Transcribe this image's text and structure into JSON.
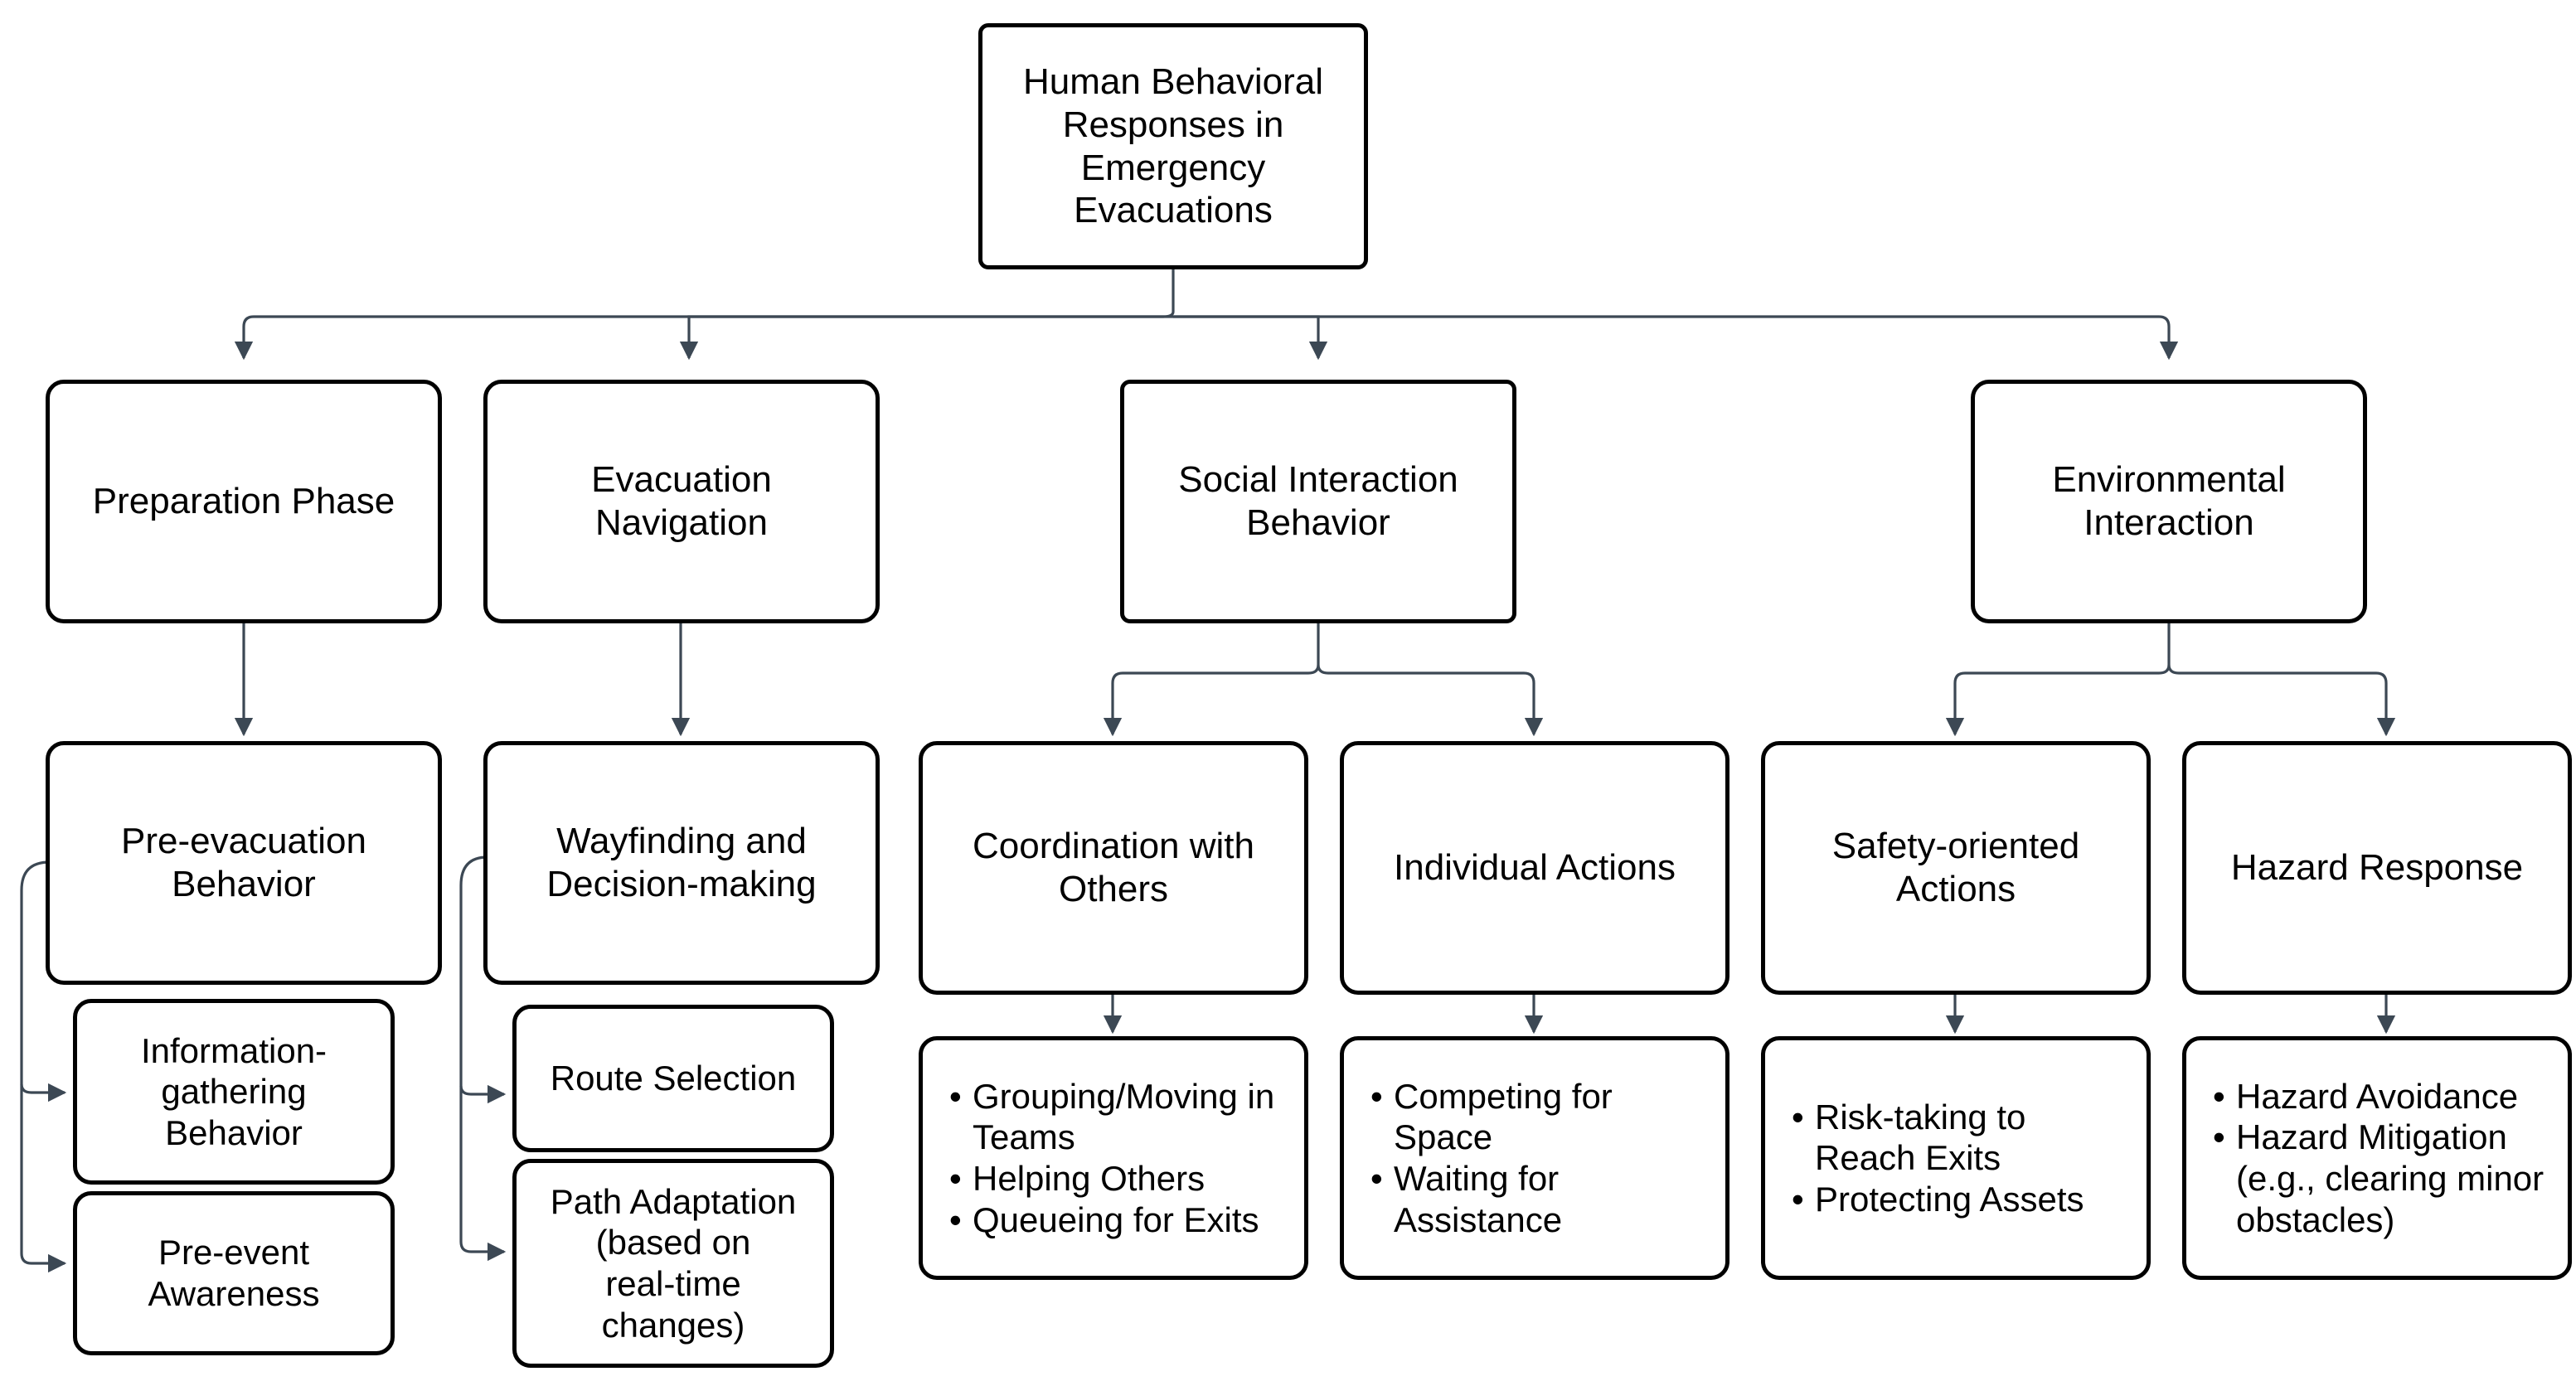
{
  "diagram": {
    "title": "Human Behavioral Responses in Emergency Evacuations",
    "type": "hierarchical-tree-flowchart",
    "background_color": "#ffffff",
    "node_border_color": "#000000",
    "node_fill_color": "#ffffff",
    "edge_color": "#3c4854",
    "text_color": "#000000"
  },
  "nodes": {
    "root": {
      "label": "Human Behavioral\nResponses in\nEmergency\nEvacuations",
      "level": 0
    },
    "preparation_phase": {
      "label": "Preparation Phase",
      "level": 1
    },
    "evacuation_navigation": {
      "label": "Evacuation\nNavigation",
      "level": 1
    },
    "social_interaction_behavior": {
      "label": "Social Interaction\nBehavior",
      "level": 1
    },
    "environmental_interaction": {
      "label": "Environmental\nInteraction",
      "level": 1
    },
    "pre_evacuation_behavior": {
      "label": "Pre-evacuation\nBehavior",
      "level": 2
    },
    "wayfinding_decision_making": {
      "label": "Wayfinding and\nDecision-making",
      "level": 2
    },
    "coordination_with_others": {
      "label": "Coordination with\nOthers",
      "level": 2
    },
    "individual_actions": {
      "label": "Individual Actions",
      "level": 2
    },
    "safety_oriented_actions": {
      "label": "Safety-oriented\nActions",
      "level": 2
    },
    "hazard_response": {
      "label": "Hazard Response",
      "level": 2
    },
    "information_gathering_behavior": {
      "label": "Information-\ngathering\nBehavior",
      "level": 3
    },
    "pre_event_awareness": {
      "label": "Pre-event\nAwareness",
      "level": 3
    },
    "route_selection": {
      "label": "Route Selection",
      "level": 3
    },
    "path_adaptation": {
      "label": "Path Adaptation\n(based on\nreal-time\nchanges)",
      "level": 3
    }
  },
  "bullet_lists": {
    "coordination_items": [
      "Grouping/Moving in Teams",
      "Helping Others",
      "Queueing for Exits"
    ],
    "individual_items": [
      "Competing for Space",
      "Waiting for Assistance"
    ],
    "safety_items": [
      "Risk-taking to Reach Exits",
      "Protecting Assets"
    ],
    "hazard_items": [
      "Hazard Avoidance",
      "Hazard Mitigation (e.g., clearing minor obstacles)"
    ]
  },
  "edges": [
    {
      "from": "root",
      "to": "preparation_phase"
    },
    {
      "from": "root",
      "to": "evacuation_navigation"
    },
    {
      "from": "root",
      "to": "social_interaction_behavior"
    },
    {
      "from": "root",
      "to": "environmental_interaction"
    },
    {
      "from": "preparation_phase",
      "to": "pre_evacuation_behavior"
    },
    {
      "from": "evacuation_navigation",
      "to": "wayfinding_decision_making"
    },
    {
      "from": "social_interaction_behavior",
      "to": "coordination_with_others"
    },
    {
      "from": "social_interaction_behavior",
      "to": "individual_actions"
    },
    {
      "from": "environmental_interaction",
      "to": "safety_oriented_actions"
    },
    {
      "from": "environmental_interaction",
      "to": "hazard_response"
    },
    {
      "from": "pre_evacuation_behavior",
      "to": "information_gathering_behavior"
    },
    {
      "from": "pre_evacuation_behavior",
      "to": "pre_event_awareness"
    },
    {
      "from": "wayfinding_decision_making",
      "to": "route_selection"
    },
    {
      "from": "wayfinding_decision_making",
      "to": "path_adaptation"
    },
    {
      "from": "coordination_with_others",
      "to": "coordination_items"
    },
    {
      "from": "individual_actions",
      "to": "individual_items"
    },
    {
      "from": "safety_oriented_actions",
      "to": "safety_items"
    },
    {
      "from": "hazard_response",
      "to": "hazard_items"
    }
  ]
}
